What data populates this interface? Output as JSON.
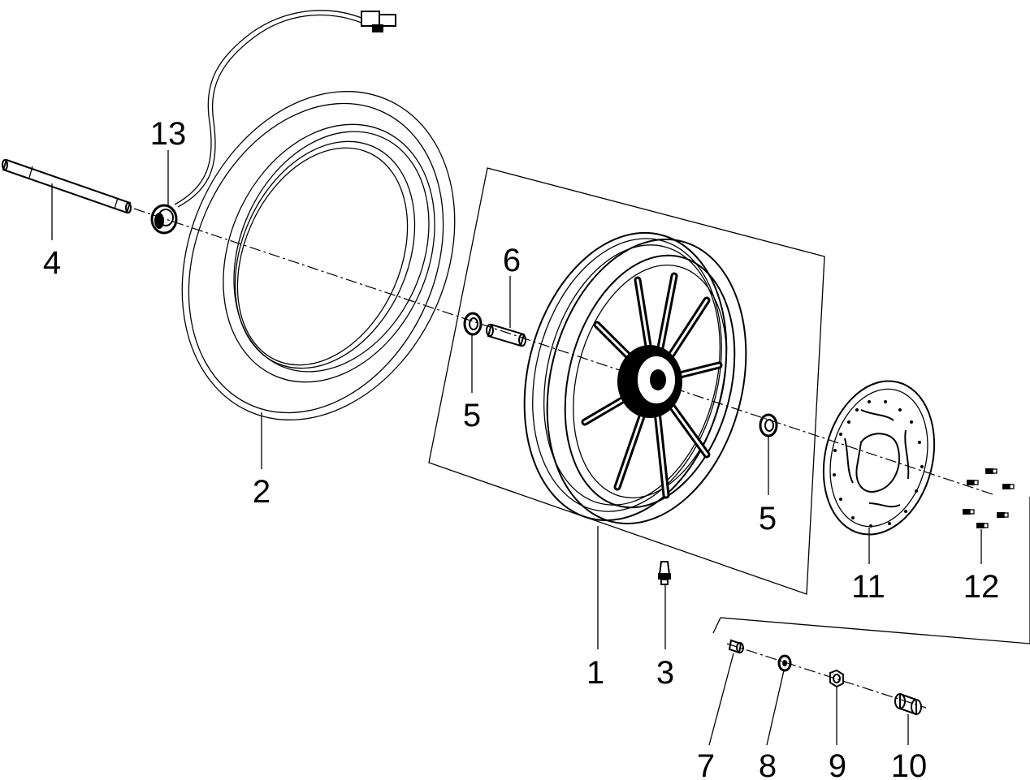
{
  "labels": {
    "p1": "1",
    "p2": "2",
    "p3": "3",
    "p4": "4",
    "p5a": "5",
    "p5b": "5",
    "p6": "6",
    "p7": "7",
    "p8": "8",
    "p9": "9",
    "p10": "10",
    "p11": "11",
    "p12": "12",
    "p13": "13"
  }
}
